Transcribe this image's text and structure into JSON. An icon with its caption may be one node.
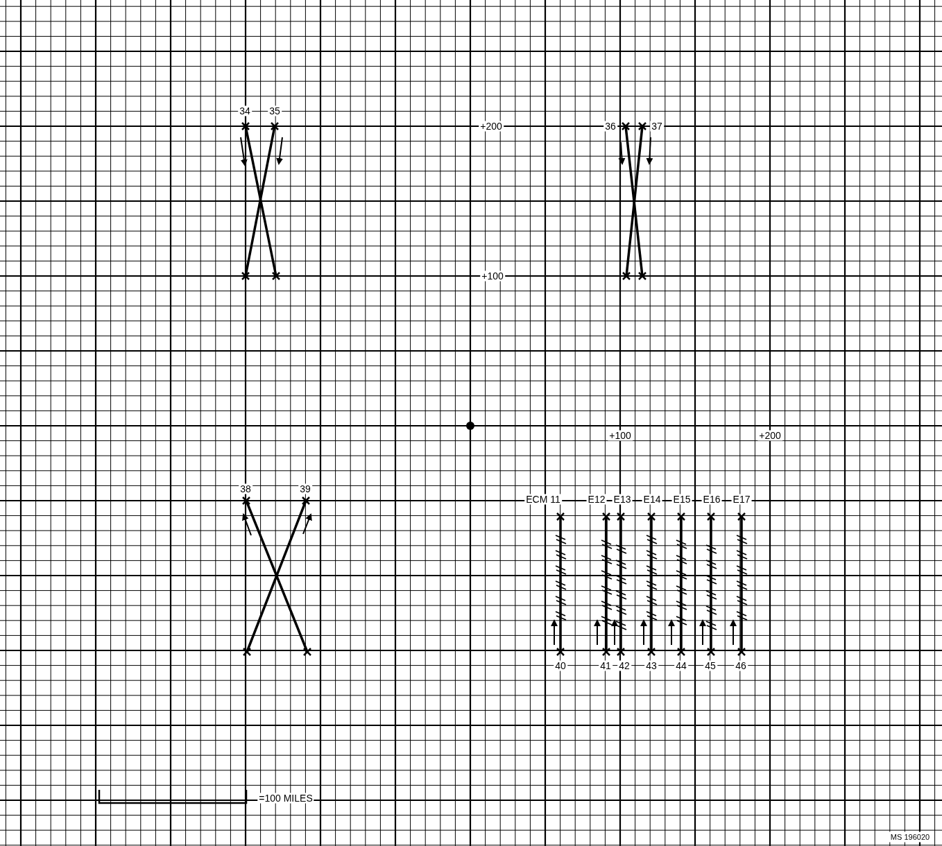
{
  "diagram": {
    "labels": [
      "34",
      "35",
      "+200",
      "36",
      "37",
      "+100",
      "+100",
      "+200",
      "38",
      "39",
      "ECM 11",
      "E12",
      "E13",
      "E14",
      "E15",
      "E16",
      "E17",
      "40",
      "41",
      "42",
      "43",
      "44",
      "45",
      "46",
      "=100 MILES",
      "MS 196020"
    ]
  }
}
